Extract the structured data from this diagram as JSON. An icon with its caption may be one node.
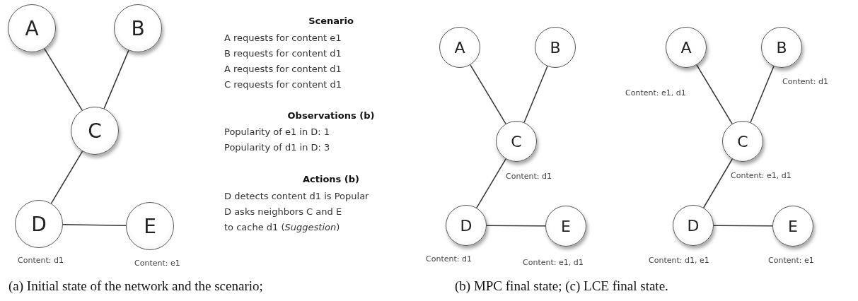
{
  "diagram": {
    "caption": "(a) Initial state of the network and the scenario;",
    "nodes": [
      {
        "text": [
          "A"
        ]
      },
      {
        "text": [
          "B"
        ]
      },
      {
        "text": [
          "C"
        ]
      },
      {
        "text": [
          "D"
        ],
        "beside": [
          "Content: d1"
        ]
      },
      {
        "text": [
          "E"
        ],
        "beside": [
          "Content: e1"
        ]
      },
      {
        "text": [
          "A"
        ]
      },
      {
        "text": [
          "B"
        ]
      },
      {
        "text": [
          "C"
        ],
        "beside": [
          "Content: d1"
        ]
      },
      {
        "text": [
          "D"
        ],
        "beside": [
          "Content: d1"
        ]
      },
      {
        "text": [
          "E"
        ],
        "beside": [
          "Content: e1, d1"
        ]
      },
      {
        "text": [
          "A"
        ],
        "beside": [
          "Content: e1, d1"
        ]
      },
      {
        "text": [
          "B"
        ],
        "beside": [
          "Content: d1"
        ]
      },
      {
        "text": [
          "C"
        ],
        "beside": [
          "Content: e1, d1"
        ]
      },
      {
        "text": [
          "D"
        ],
        "beside": [
          "Content: d1, e1"
        ]
      },
      {
        "text": [
          "E"
        ],
        "beside": [
          "Content: e1"
        ]
      }
    ],
    "edges": [
      {
        "from": 0,
        "to": 2,
        "arrow": "none"
      },
      {
        "from": 1,
        "to": 2,
        "arrow": "none"
      },
      {
        "from": 2,
        "to": 3,
        "arrow": "none"
      },
      {
        "from": 3,
        "to": 4,
        "arrow": "none"
      },
      {
        "from": 5,
        "to": 7,
        "arrow": "none"
      },
      {
        "from": 6,
        "to": 7,
        "arrow": "none"
      },
      {
        "from": 7,
        "to": 8,
        "arrow": "none"
      },
      {
        "from": 8,
        "to": 9,
        "arrow": "none"
      },
      {
        "from": 10,
        "to": 12,
        "arrow": "none"
      },
      {
        "from": 11,
        "to": 12,
        "arrow": "none"
      },
      {
        "from": 12,
        "to": 13,
        "arrow": "none"
      },
      {
        "from": 13,
        "to": 14,
        "arrow": "none"
      }
    ],
    "labels": [
      "Scenario",
      "A requests for content e1",
      "B requests for content d1",
      "A requests for content d1",
      "C requests for content d1",
      "Observations (b)",
      "Popularity of e1 in D: 1",
      "Popularity of d1 in D: 3",
      "Actions (b)",
      "D detects content d1 is Popular",
      "D asks neighbors C and E",
      "to cache d1 (*Suggestion*)",
      "(b) MPC final state; (c) LCE final state."
    ]
  }
}
